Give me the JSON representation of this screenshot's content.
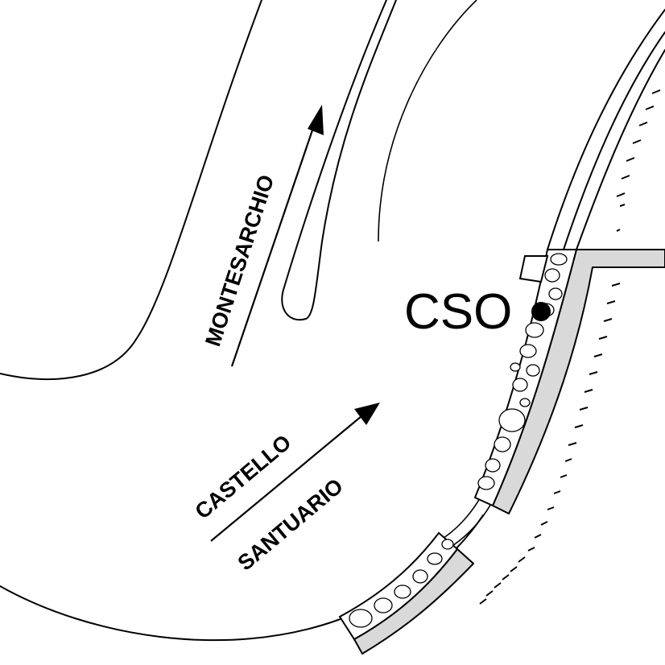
{
  "labels": {
    "montesarchio": "MONTESARCHIO",
    "castello": "CASTELLO",
    "santuario": "SANTUARIO",
    "cso": "CSO"
  },
  "colors": {
    "wall_fill": "#d9d9d9",
    "line": "#000000",
    "point": "#000000"
  }
}
